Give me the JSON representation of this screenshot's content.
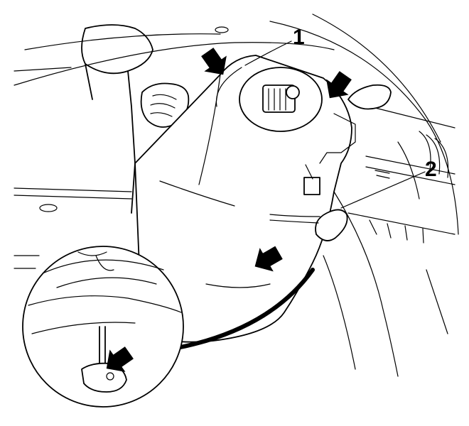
{
  "callouts": {
    "one": "1",
    "two": "2"
  },
  "arrow_icon": "black-arrow",
  "colors": {
    "line": "#000000",
    "background": "#ffffff"
  }
}
